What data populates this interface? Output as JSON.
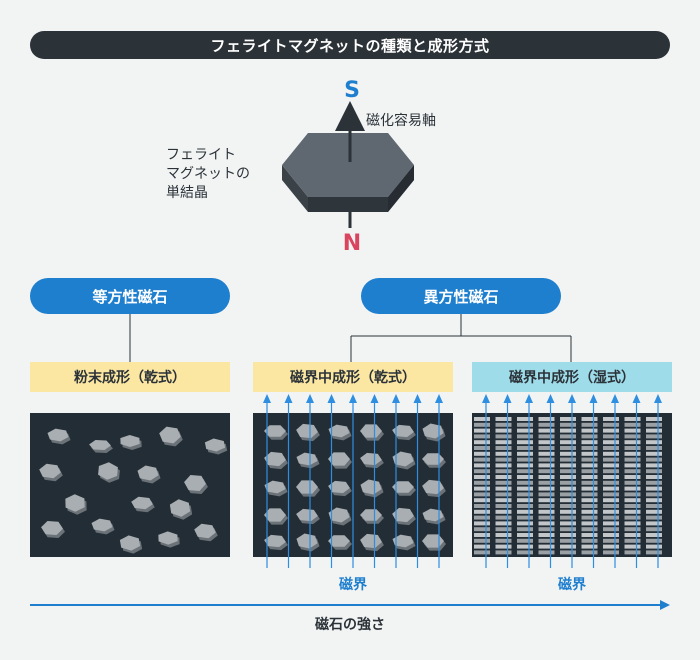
{
  "title": "フェライトマグネットの種類と成形方式",
  "crystal": {
    "label_lines": [
      "フェライト",
      "マグネットの",
      "単結晶"
    ],
    "pole_top": "S",
    "pole_bottom": "N",
    "axis_label": "磁化容易軸"
  },
  "categories": {
    "isotropic": "等方性磁石",
    "anisotropic": "異方性磁石"
  },
  "methods": [
    "粉末成形（乾式）",
    "磁界中成形（乾式）",
    "磁界中成形（湿式）"
  ],
  "field_label": "磁界",
  "strength_label": "磁石の強さ",
  "colors": {
    "dark": "#2b3238",
    "blue": "#1f7fcf",
    "south": "#1f7fcf",
    "north": "#d9455f",
    "method_dry": "#fbe7a2",
    "method_wet": "#9fdcea",
    "panel_bg": "#232d35"
  }
}
